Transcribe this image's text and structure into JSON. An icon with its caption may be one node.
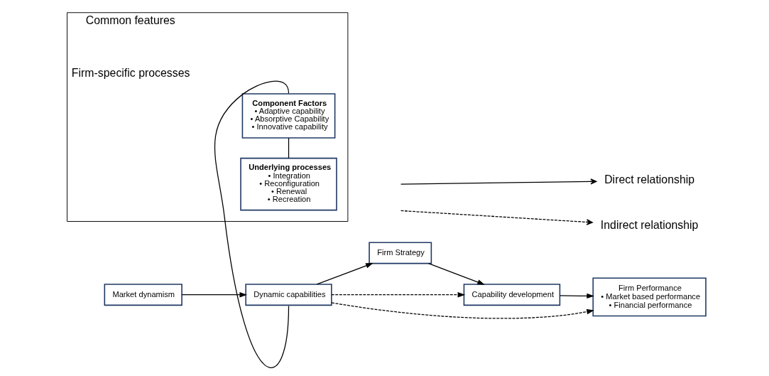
{
  "diagram": {
    "nodes": [
      {
        "text": [
          "Market dynamism"
        ]
      },
      {
        "text": [
          "Dynamic capabilities"
        ]
      },
      {
        "text": [
          "Firm Strategy"
        ]
      },
      {
        "text": [
          "Capability development"
        ]
      },
      {
        "text": [
          "Firm Performance",
          "• Market based performance",
          "• Financial performance"
        ]
      },
      {
        "text": [
          "Common features",
          "Firm-specific processes"
        ]
      },
      {
        "text": [
          "Component Factors",
          "• Adaptive capability",
          "• Absorptive Capability",
          "• Innovative capability"
        ],
        "in": 5
      },
      {
        "text": [
          "Underlying processes",
          "• Integration",
          "• Reconfiguration",
          "• Renewal",
          "• Recreation"
        ],
        "in": 5
      }
    ],
    "edges": [
      {
        "from": 0,
        "to": 1,
        "arrow": "to"
      },
      {
        "from": 1,
        "to": 2,
        "arrow": "to"
      },
      {
        "from": 2,
        "to": 3,
        "arrow": "to"
      },
      {
        "from": 1,
        "to": 3,
        "arrow": "to",
        "style": "dashed"
      },
      {
        "from": 1,
        "to": 4,
        "arrow": "to",
        "style": "dashed"
      },
      {
        "from": 3,
        "to": 4,
        "arrow": "to"
      },
      {
        "from": 1,
        "to": 6,
        "arrow": "none"
      },
      {
        "from": 6,
        "to": 7,
        "arrow": "none"
      }
    ],
    "legend": [
      {
        "text": "Direct relationship"
      },
      {
        "text": "Indirect relationship"
      }
    ]
  }
}
